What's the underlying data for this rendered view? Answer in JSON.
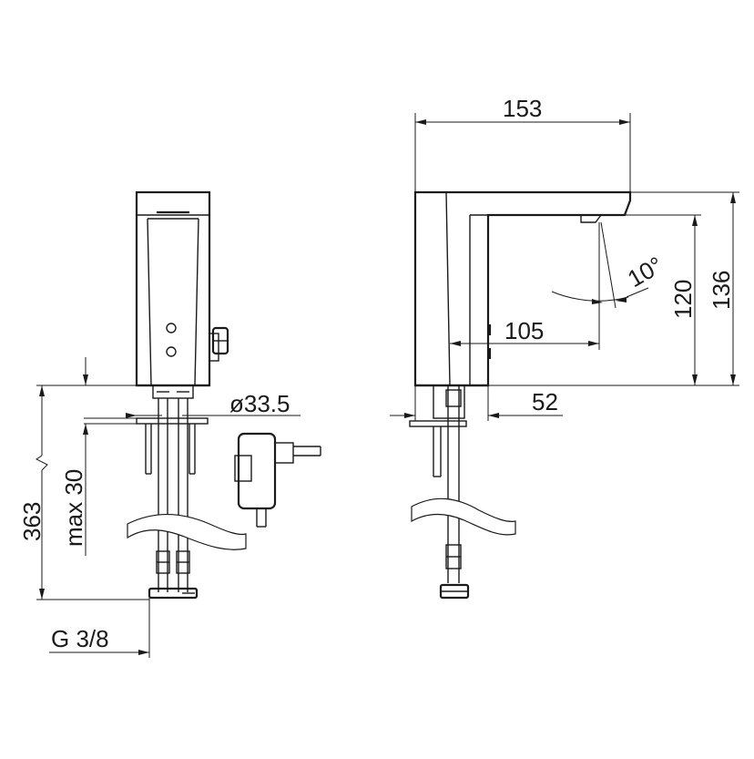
{
  "dimensions": {
    "width_top": "153",
    "height_total": "136",
    "height_spout": "120",
    "projection": "105",
    "angle": "10°",
    "depth_base": "52",
    "diameter": "ø33.5",
    "hose_length": "363",
    "max_thickness": "max 30",
    "thread": "G 3/8"
  }
}
